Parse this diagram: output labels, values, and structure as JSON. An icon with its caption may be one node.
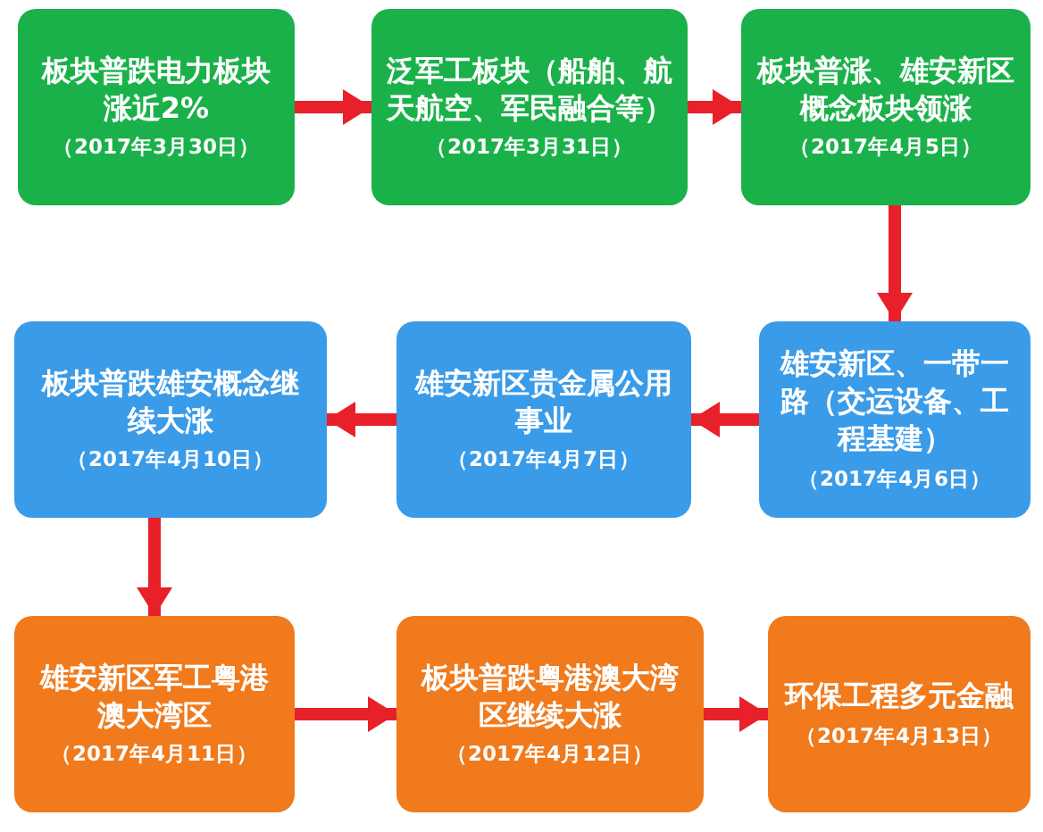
{
  "diagram": {
    "nodes": [
      {
        "text": [
          "板块普跌电力板块涨近2%",
          "（2017年3月30日）"
        ]
      },
      {
        "text": [
          "泛军工板块（船舶、航天航空、军民融合等）",
          "（2017年3月31日）"
        ]
      },
      {
        "text": [
          "板块普涨、雄安新区概念板块领涨",
          "（2017年4月5日）"
        ]
      },
      {
        "text": [
          "雄安新区、一带一路（交运设备、工程基建）",
          "（2017年4月6日）"
        ]
      },
      {
        "text": [
          "雄安新区贵金属公用事业",
          "（2017年4月7日）"
        ]
      },
      {
        "text": [
          "板块普跌雄安概念继续大涨",
          "（2017年4月10日）"
        ]
      },
      {
        "text": [
          "雄安新区军工粤港澳大湾区",
          "（2017年4月11日）"
        ]
      },
      {
        "text": [
          "板块普跌粤港澳大湾区继续大涨",
          "（2017年4月12日）"
        ]
      },
      {
        "text": [
          "环保工程多元金融",
          "（2017年4月13日）"
        ]
      }
    ],
    "edges": [
      {
        "from": 0,
        "to": 1,
        "arrow": "to"
      },
      {
        "from": 1,
        "to": 2,
        "arrow": "to"
      },
      {
        "from": 2,
        "to": 3,
        "arrow": "to"
      },
      {
        "from": 3,
        "to": 4,
        "arrow": "to"
      },
      {
        "from": 4,
        "to": 5,
        "arrow": "to"
      },
      {
        "from": 5,
        "to": 6,
        "arrow": "to"
      },
      {
        "from": 6,
        "to": 7,
        "arrow": "to"
      },
      {
        "from": 7,
        "to": 8,
        "arrow": "to"
      }
    ]
  }
}
